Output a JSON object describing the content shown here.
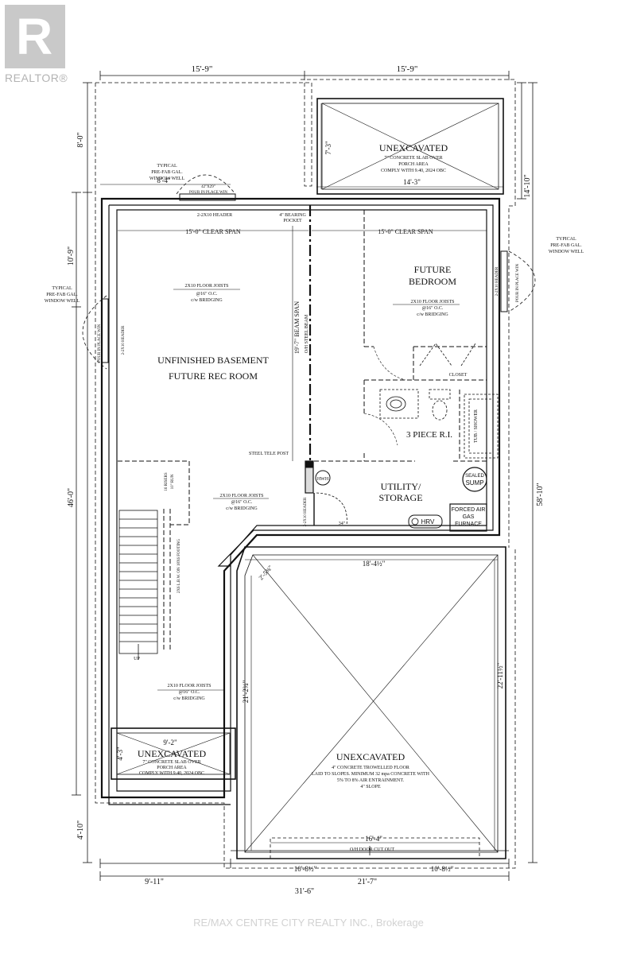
{
  "logo": {
    "wordmark": "REALTOR®"
  },
  "watermark": {
    "text": "RE/MAX CENTRE CITY REALTY INC., Brokerage"
  },
  "dims": {
    "top_left": "15'-9\"",
    "top_right": "15'-9\"",
    "left_top": "8'-0\"",
    "left_mid": "10'-9\"",
    "left_big": "46'-0\"",
    "left_bottom": "4'-10\"",
    "right_top": "14'-10\"",
    "right_big": "58'-10\"",
    "bottom_left": "9'-11\"",
    "bottom_mid": "21'-7\"",
    "bottom_total": "31'-6\"",
    "bottom_g1": "10'-8½\"",
    "bottom_g2": "10'-8½\"",
    "porch_w": "14'-3\"",
    "porch_h": "7'-3\"",
    "win_offset": "8'-4\"",
    "clear_left": "15'-0\" CLEAR SPAN",
    "clear_right": "15'-0\" CLEAR SPAN",
    "beam_span": "19'-7\" BEAM SPAN",
    "garage_w": "18'-4½\"",
    "garage_h": "22'-11½\"",
    "garage_door": "16'-4\"",
    "chamfer": "2'-5⅜\"",
    "basement_h": "21'-2¾\"",
    "small_porch_w": "9'-2\"",
    "small_porch_h": "4'-3\"",
    "door_34": "34\""
  },
  "labels": {
    "unexcavated": "UNEXCAVATED",
    "porch_note_1": "7\" CONCRETE SLAB OVER",
    "porch_note_2": "PORCH AREA",
    "porch_note_3": "COMPLY WITH 9.40, 2024 OBC",
    "window_well_1": "TYPICAL",
    "window_well_2": "PRE-FAB GAL.",
    "window_well_3": "WINDOW WELL",
    "pour_in_place": "POUR IN PLACE WIN",
    "win_size": "42\"X29\"",
    "header_2x10": "2-2X10 HEADER",
    "bearing_pocket_1": "4\" BEARING",
    "bearing_pocket_2": "POCKET",
    "joists_1": "2X10 FLOOR JOISTS",
    "joists_2": "@16\" O.C.",
    "joists_3": "c/w BRIDGING",
    "rec_1": "UNFINISHED BASEMENT",
    "rec_2": "FUTURE REC ROOM",
    "steel_beam": "O/H STEEL BEAM",
    "bedroom_1": "FUTURE",
    "bedroom_2": "BEDROOM",
    "closet": "CLOSET",
    "bath": "3 PIECE R.I.",
    "tub": "TUB / SHOWER",
    "tele_post": "STEEL TELE POST",
    "hwh": "HWH",
    "utility_1": "UTILITY/",
    "utility_2": "STORAGE",
    "sump_1": "SEALED",
    "sump_2": "SUMP",
    "furnace_1": "FORCED AIR",
    "furnace_2": "GAS",
    "furnace_3": "FURNACE",
    "hrv": "HRV",
    "risers_1": "16 RISERS",
    "risers_2": "10\" RUN",
    "stair_wall": "2X6 L.B.W. ON 18X6 FOOTING",
    "up": "UP",
    "garage_1": "4\" CONCRETE TROWELLED FLOOR",
    "garage_2": "LAID TO SLOPES. MINIMUM 32 mpa CONCRETE WITH",
    "garage_3": "5% TO 8% AIR ENTRAINMENT.",
    "garage_4": "4\" SLOPE",
    "oh_door": "O/H DOOR CUT OUT"
  }
}
